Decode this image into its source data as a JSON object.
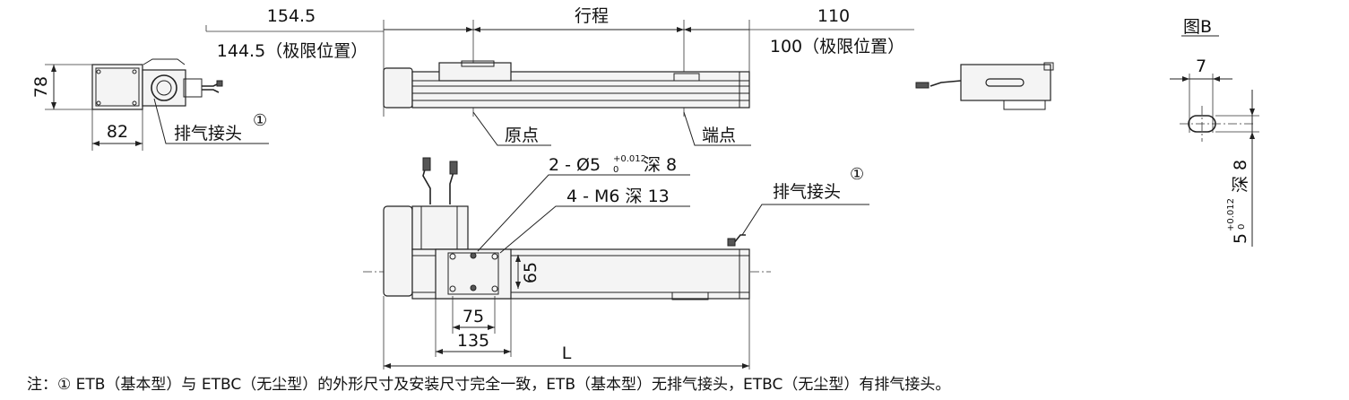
{
  "dims": {
    "motor_side_length": "154.5",
    "motor_side_limit": "144.5（极限位置）",
    "stroke_label": "行程",
    "end_side_length": "110",
    "end_side_limit": "100（极限位置）",
    "side_height": "78",
    "side_width": "82",
    "carriage_height": "65",
    "hole_pitch": "75",
    "carriage_length": "135",
    "overall_length": "L"
  },
  "labels": {
    "exhaust_fitting": "排气接头",
    "exhaust_marker": "①",
    "origin": "原点",
    "end_point": "端点",
    "pin_hole_prefix": "2 - Ø5",
    "pin_hole_tol_upper": "+0.012",
    "pin_hole_tol_lower": "0",
    "pin_hole_suffix": "深 8",
    "tapped_hole": "4 - M6 深 13"
  },
  "detail_b": {
    "title": "图B",
    "width": "7",
    "diameter_text": "5",
    "tol_upper": "+0.012",
    "tol_lower": "0",
    "depth_text": "深 8"
  },
  "footnote": "注：① ETB（基本型）与 ETBC（无尘型）的外形尺寸及安装尺寸完全一致，ETB（基本型）无排气接头，ETBC（无尘型）有排气接头。"
}
